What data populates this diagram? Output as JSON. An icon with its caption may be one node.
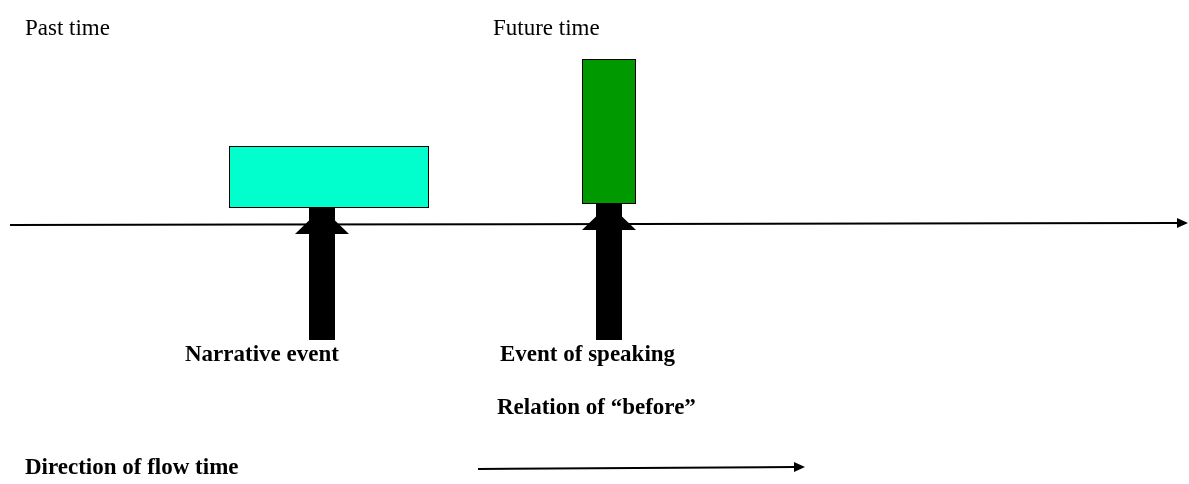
{
  "diagram": {
    "nodes": [
      {
        "text": [],
        "shape": "box"
      },
      {
        "text": [],
        "shape": "box"
      },
      {
        "text": [
          "Narrative event"
        ]
      },
      {
        "text": [
          "Event of speaking"
        ]
      }
    ],
    "edges": [
      {
        "from": 2,
        "to": 0,
        "arrow": "to"
      },
      {
        "from": 3,
        "to": 1,
        "arrow": "to"
      }
    ],
    "labels": [
      "Past time",
      "Future time",
      "Relation of “before”",
      "Direction of flow time"
    ]
  }
}
